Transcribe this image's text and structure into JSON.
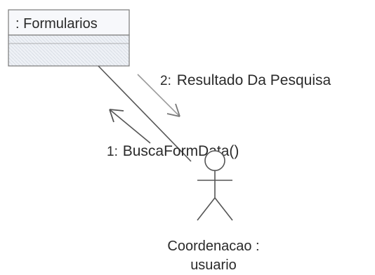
{
  "object": {
    "name": ": Formularios"
  },
  "messages": [
    {
      "number": "1:",
      "text": "BuscaFormData()"
    },
    {
      "number": "2:",
      "text": "Resultado Da Pesquisa"
    }
  ],
  "actor": {
    "name_line1": "Coordenacao :",
    "name_line2": "usuario"
  },
  "colors": {
    "object_fill": "#eef1f6",
    "object_border": "#7a7a7a",
    "line": "#555555",
    "text": "#2a2a2a"
  }
}
